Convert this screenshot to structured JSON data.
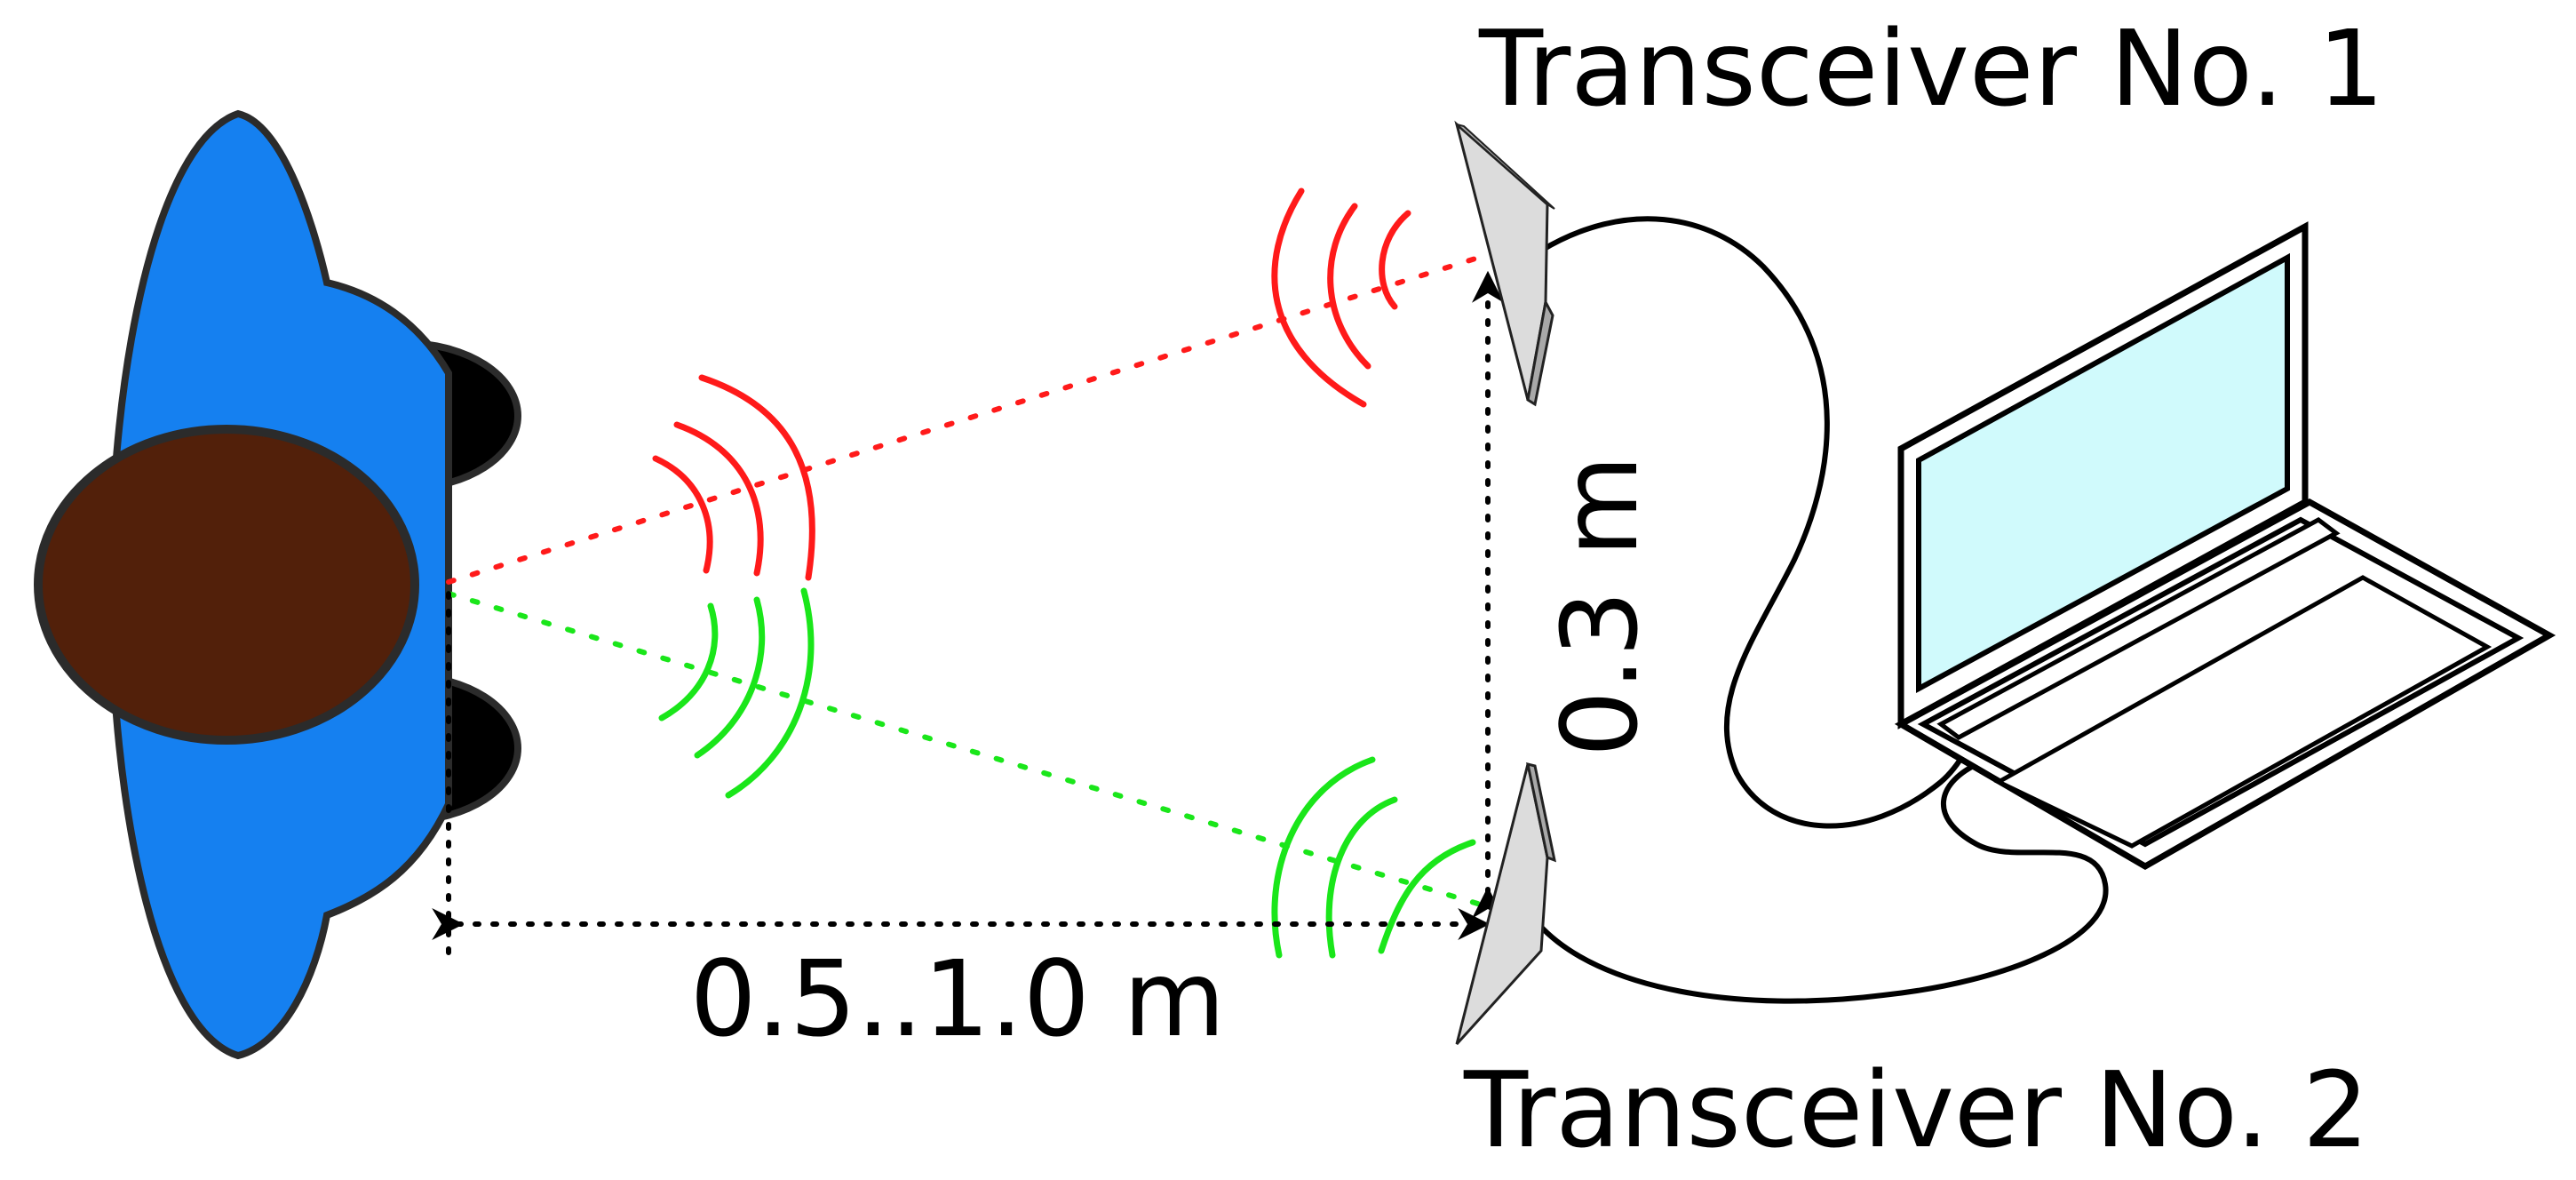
{
  "labels": {
    "transceiver_1": "Transceiver No. 1",
    "transceiver_2": "Transceiver No. 2",
    "vertical_distance": "0.3 m",
    "horizontal_distance": "0.5..1.0 m"
  },
  "colors": {
    "body": "#1580f0",
    "head": "#52200a",
    "shoulders": "#000000",
    "outline": "#2b2b2b",
    "signal_1": "#ff1a1a",
    "signal_2": "#1ae61a",
    "laptop_screen": "#d0fafc",
    "antenna_face": "#dcdcdc",
    "antenna_side": "#a8a8a8"
  }
}
